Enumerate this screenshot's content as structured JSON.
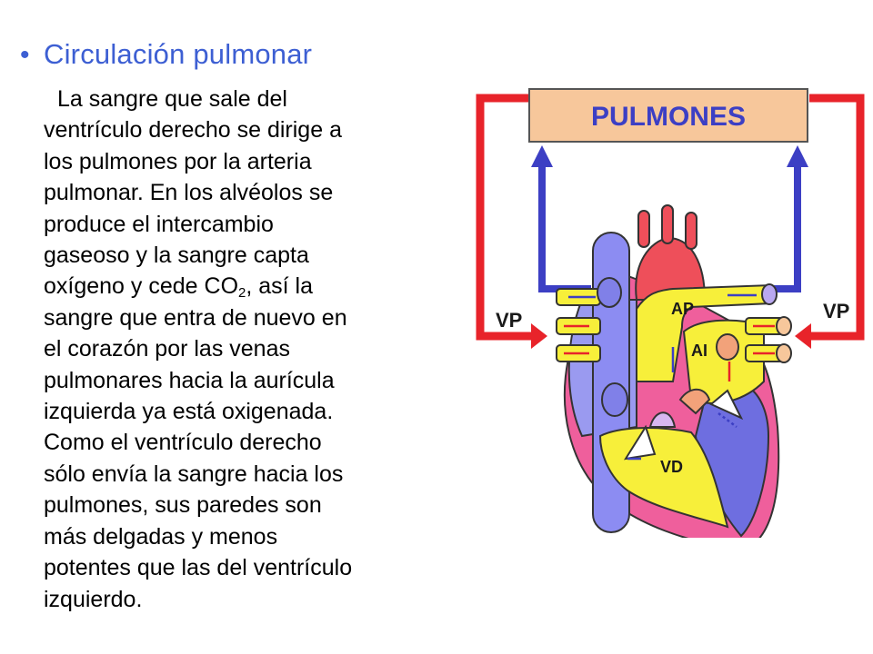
{
  "slide": {
    "bullet": "•",
    "heading": "Circulación pulmonar",
    "paragraph": {
      "l1": "La sangre que sale del",
      "l2": "ventrículo derecho se dirige a",
      "l3": "los pulmones por la arteria",
      "l4": "pulmonar. En los alvéolos se",
      "l5": "produce el intercambio",
      "l6": "gaseoso y la sangre capta",
      "l7a": "oxígeno y cede CO",
      "l7sub": "2",
      "l7b": ", así la",
      "l8": "sangre que entra de nuevo en",
      "l9": "el corazón por las venas",
      "l10": "pulmonares hacia la aurícula",
      "l11": "izquierda ya está oxigenada.",
      "l12": "Como el ventrículo derecho",
      "l13": "sólo envía la sangre hacia los",
      "l14": "pulmones, sus paredes son",
      "l15": "más delgadas y menos",
      "l16": "potentes que las del ventrículo",
      "l17": "izquierdo."
    }
  },
  "diagram": {
    "lungs_label": "PULMONES",
    "vp_left": "VP",
    "vp_right": "VP",
    "ap": "AP",
    "ai": "AI",
    "vd": "VD",
    "colors": {
      "oxygenated_red": "#e8232a",
      "deoxygenated_blue": "#3c3fc4",
      "lungs_box": "#f7c79b",
      "heart_pink": "#ef5f9c",
      "vessel_yellow": "#f7ef3a",
      "vena_cava": "#8c8cf2",
      "aorta_red": "#ee4f5a",
      "ventricle_blue": "#6e6ee0"
    }
  }
}
